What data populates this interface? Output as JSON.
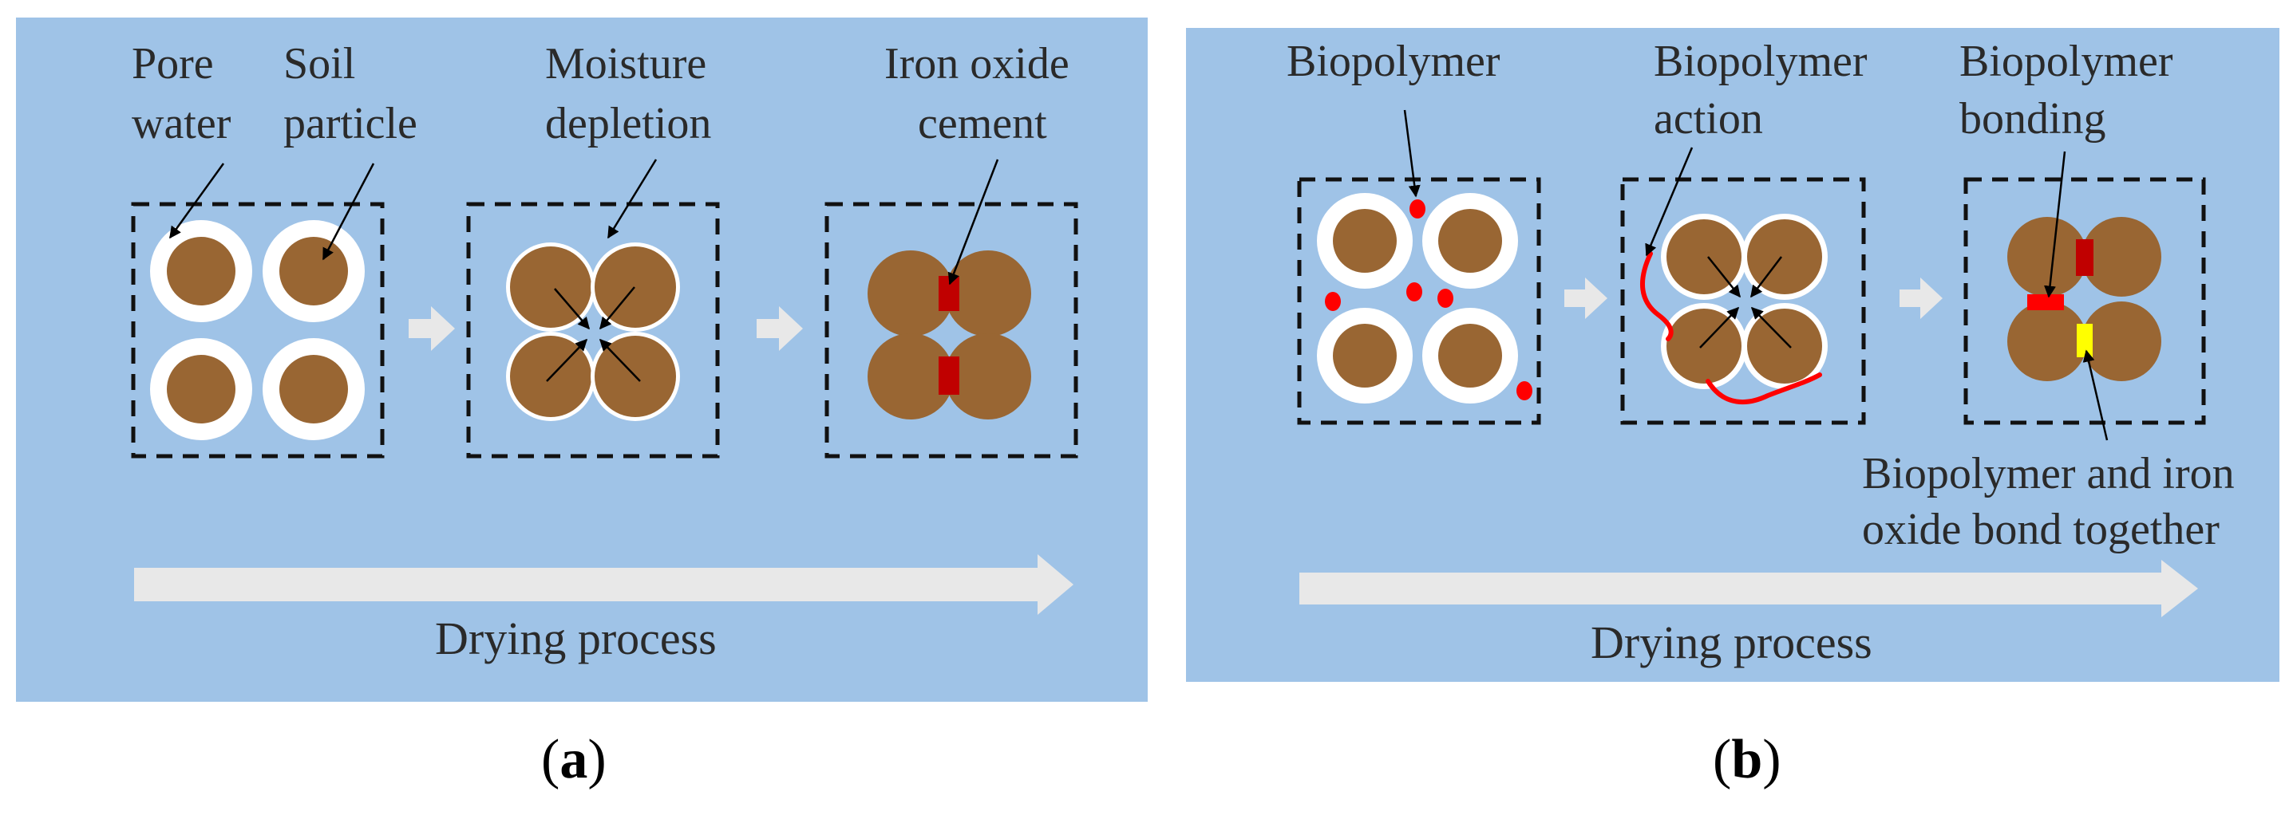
{
  "panel_a": {
    "label_open": "(",
    "label_letter": "a",
    "label_close": ")",
    "labels": {
      "pore_water": [
        "Pore",
        "water"
      ],
      "soil_particle": [
        "Soil",
        "particle"
      ],
      "moisture_depletion": [
        "Moisture",
        "depletion"
      ],
      "iron_oxide_cement": [
        "Iron oxide",
        "cement"
      ]
    },
    "process": "Drying process"
  },
  "panel_b": {
    "label_open": "(",
    "label_letter": "b",
    "label_close": ")",
    "labels": {
      "biopolymer": "Biopolymer",
      "biopolymer_action": [
        "Biopolymer",
        "action"
      ],
      "biopolymer_bonding": [
        "Biopolymer",
        "bonding"
      ],
      "bond_together": [
        "Biopolymer and iron",
        "oxide bond together"
      ]
    },
    "process": "Drying process"
  },
  "colors": {
    "background": "#9fc3e7",
    "soil": "#996633",
    "pore_water": "#ffffff",
    "iron_oxide": "#c00000",
    "biopolymer": "#ff0000",
    "combined_bond": "#ffff00",
    "arrow": "#e8e8e8"
  }
}
